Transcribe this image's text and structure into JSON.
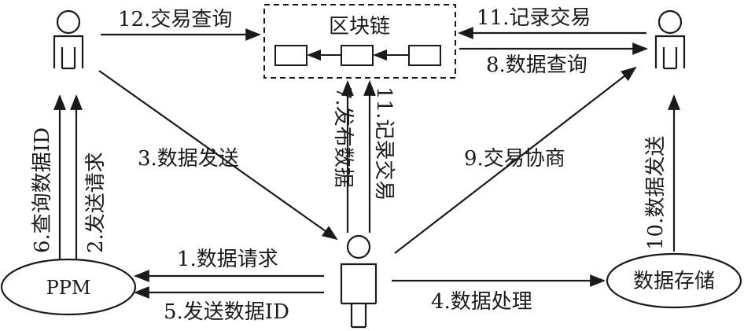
{
  "nodes": {
    "blockchain_label": "区块链",
    "ppm_label": "PPM",
    "storage_label": "数据存储"
  },
  "edges": {
    "e1": "1.数据请求",
    "e2": "2.发送请求",
    "e3": "3.数据发送",
    "e4": "4.数据处理",
    "e5": "5.发送数据ID",
    "e6": "6.查询数据ID",
    "e7": "7.发布数据",
    "e8": "8.数据查询",
    "e9": "9.交易协商",
    "e10": "10.数据发送",
    "e11_top": "11.记录交易",
    "e11_vertical": "11.记录交易",
    "e12": "12.交易查询"
  }
}
